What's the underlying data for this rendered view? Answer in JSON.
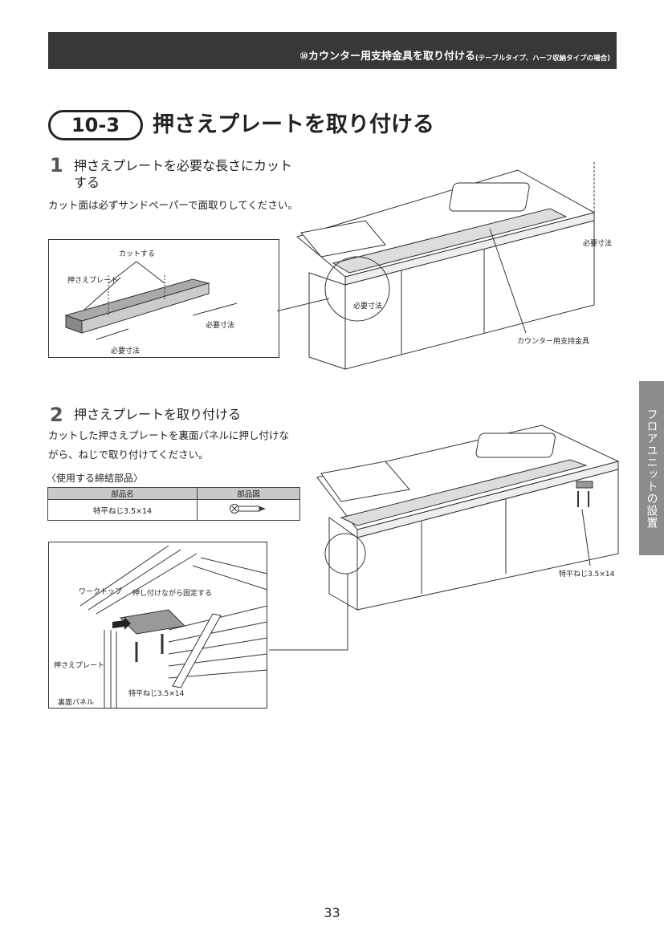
{
  "header": {
    "section": "⑩カウンター用支持金具を取り付ける",
    "sub": "(テーブルタイプ、ハーフ収納タイプの場合)"
  },
  "title": {
    "number": "10-3",
    "text": "押さえプレートを取り付ける"
  },
  "step1": {
    "number": "1",
    "heading_line1": "押さえプレートを必要な長さにカット",
    "heading_line2": "する",
    "desc": "カット面は必ずサンドペーパーで面取りしてください。",
    "fig_labels": {
      "cut": "カットする",
      "plate": "押さえプレート",
      "dim1": "必要寸法",
      "dim2": "必要寸法",
      "dim3": "必要寸法",
      "dim4": "必要寸法",
      "bracket": "カウンター用支持金具"
    }
  },
  "step2": {
    "number": "2",
    "heading": "押さえプレートを取り付ける",
    "desc_line1": "カットした押さえプレートを裏面パネルに押し付けな",
    "desc_line2": "がら、ねじで取り付けてください。",
    "parts_title": "〈使用する締結部品〉",
    "table": {
      "headers": [
        "部品名",
        "部品図"
      ],
      "rows": [
        [
          "特平ねじ3.5×14",
          "screw-icon"
        ]
      ]
    },
    "fig_labels": {
      "worktop": "ワークトップ",
      "press": "押し付けながら固定する",
      "plate": "押さえプレート",
      "screw": "特平ねじ3.5×14",
      "panel": "裏面パネル",
      "screw_right": "特平ねじ3.5×14"
    }
  },
  "side_tab": "フロアユニットの設置",
  "page_number": "33"
}
